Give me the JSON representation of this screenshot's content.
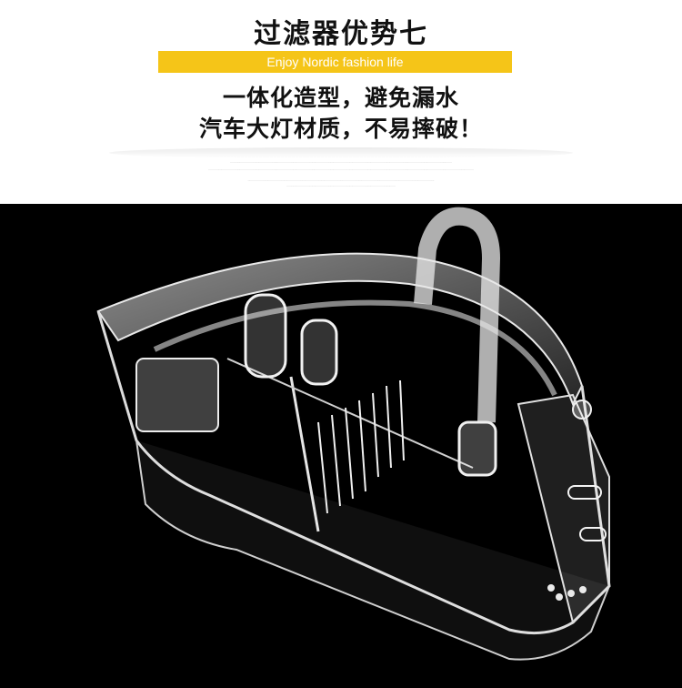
{
  "header": {
    "title": "过滤器优势七",
    "banner": "Enjoy Nordic fashion life",
    "line1": "一体化造型，避免漏水",
    "line2": "汽车大灯材质，不易摔破！"
  },
  "colors": {
    "banner": "#f5c518",
    "photo_bg": "#000000",
    "text": "#111111"
  }
}
